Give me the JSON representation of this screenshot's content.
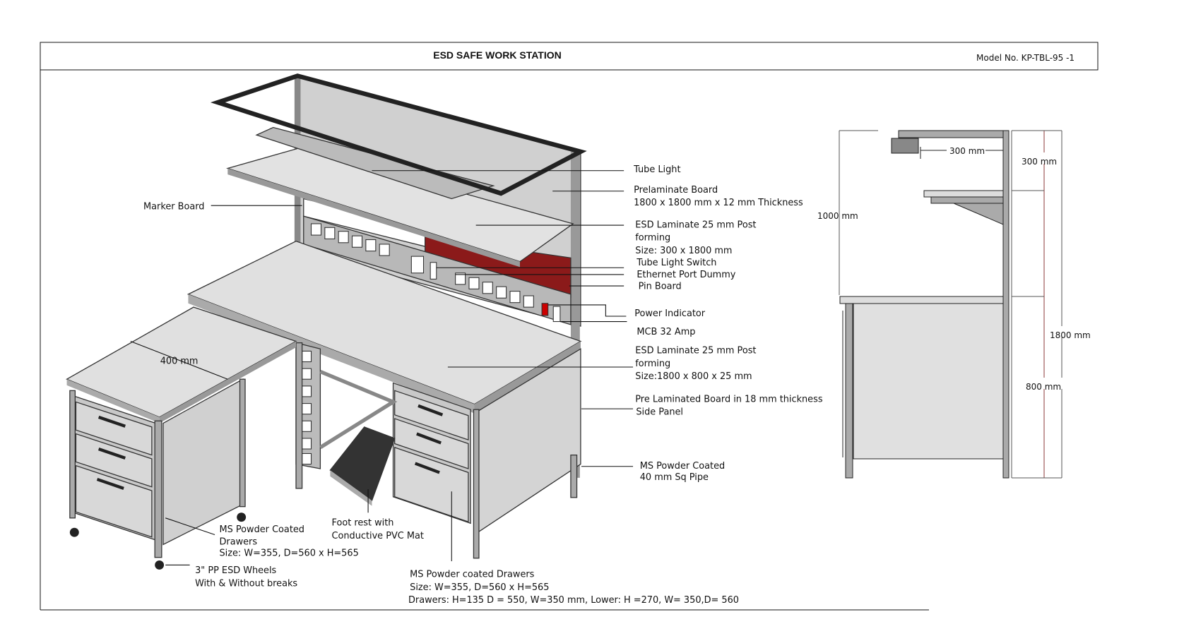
{
  "header": {
    "title": "ESD SAFE WORK STATION",
    "model": "Model No. KP-TBL-95 -1"
  },
  "labels": {
    "tube_light": "Tube Light",
    "prelaminate_1": "Prelaminate Board",
    "prelaminate_2": "1800 x 1800 mm x  12 mm Thickness",
    "shelf_1": "ESD Laminate 25 mm Post",
    "shelf_2": "forming",
    "shelf_3": "Size: 300 x  1800 mm",
    "tube_switch": "Tube Light Switch",
    "ethernet": "Ethernet Port Dummy",
    "pin_board": "Pin Board",
    "power_indicator": "Power Indicator",
    "mcb": "MCB 32 Amp",
    "top_1": "ESD Laminate 25 mm Post",
    "top_2": "forming",
    "top_3": "Size:1800  x 800 x 25 mm",
    "side_panel_1": "Pre Laminated Board in 18 mm thickness",
    "side_panel_2": "Side Panel",
    "pipe_1": "MS Powder Coated",
    "pipe_2": "40 mm Sq Pipe",
    "marker_board": "Marker Board",
    "return_width": "400 mm",
    "left_drawers_1": "MS Powder Coated",
    "left_drawers_2": "Drawers",
    "left_drawers_3": "Size:  W=355, D=560 x H=565",
    "wheels_1": "3\" PP ESD Wheels",
    "wheels_2": "With & Without breaks",
    "footrest_1": "Foot rest with",
    "footrest_2": "Conductive PVC Mat",
    "right_drawers_1": "MS Powder coated Drawers",
    "right_drawers_2": "Size:  W=355, D=560 x H=565",
    "right_drawers_3": "Drawers: H=135 D = 550, W=350 mm, Lower: H =270, W= 350,D= 560"
  },
  "side_view": {
    "light_offset": "300 mm",
    "top_gap": "300 mm",
    "upper_height": "1000 mm",
    "total_height": "1800 mm",
    "desk_height": "800 mm"
  }
}
